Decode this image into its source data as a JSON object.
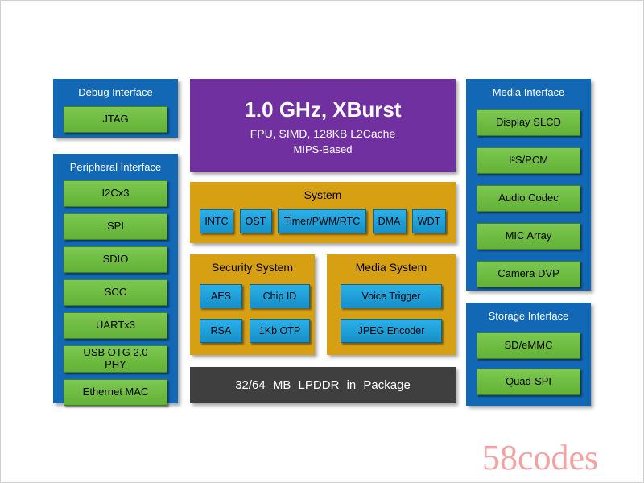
{
  "colors": {
    "panel_blue": "#1268b4",
    "chip_green": "#6cbd43",
    "chip_blue": "#1f9fd9",
    "gold": "#d7a013",
    "purple": "#7030a0",
    "memory_dark": "#3f3f3f",
    "watermark_pink": "#f2a2a2"
  },
  "debug_interface": {
    "title": "Debug Interface",
    "items": [
      "JTAG"
    ]
  },
  "peripheral_interface": {
    "title": "Peripheral Interface",
    "items": [
      "I2Cx3",
      "SPI",
      "SDIO",
      "SCC",
      "UARTx3",
      "USB OTG 2.0 PHY",
      "Ethernet MAC"
    ]
  },
  "cpu": {
    "title": "1.0 GHz, XBurst",
    "subtitle": "FPU, SIMD, 128KB L2Cache",
    "arch": "MIPS-Based"
  },
  "system": {
    "title": "System",
    "items": [
      "INTC",
      "OST",
      "Timer/PWM/RTC",
      "DMA",
      "WDT"
    ]
  },
  "security_system": {
    "title": "Security System",
    "items": [
      "AES",
      "Chip ID",
      "RSA",
      "1Kb OTP"
    ]
  },
  "media_system": {
    "title": "Media System",
    "items": [
      "Voice Trigger",
      "JPEG Encoder"
    ]
  },
  "memory": {
    "label": "32/64 MB LPDDR in Package"
  },
  "media_interface": {
    "title": "Media Interface",
    "items": [
      "Display SLCD",
      "I²S/PCM",
      "Audio Codec",
      "MIC Array",
      "Camera DVP"
    ]
  },
  "storage_interface": {
    "title": "Storage Interface",
    "items": [
      "SD/eMMC",
      "Quad-SPI"
    ]
  },
  "watermark": "58codes"
}
